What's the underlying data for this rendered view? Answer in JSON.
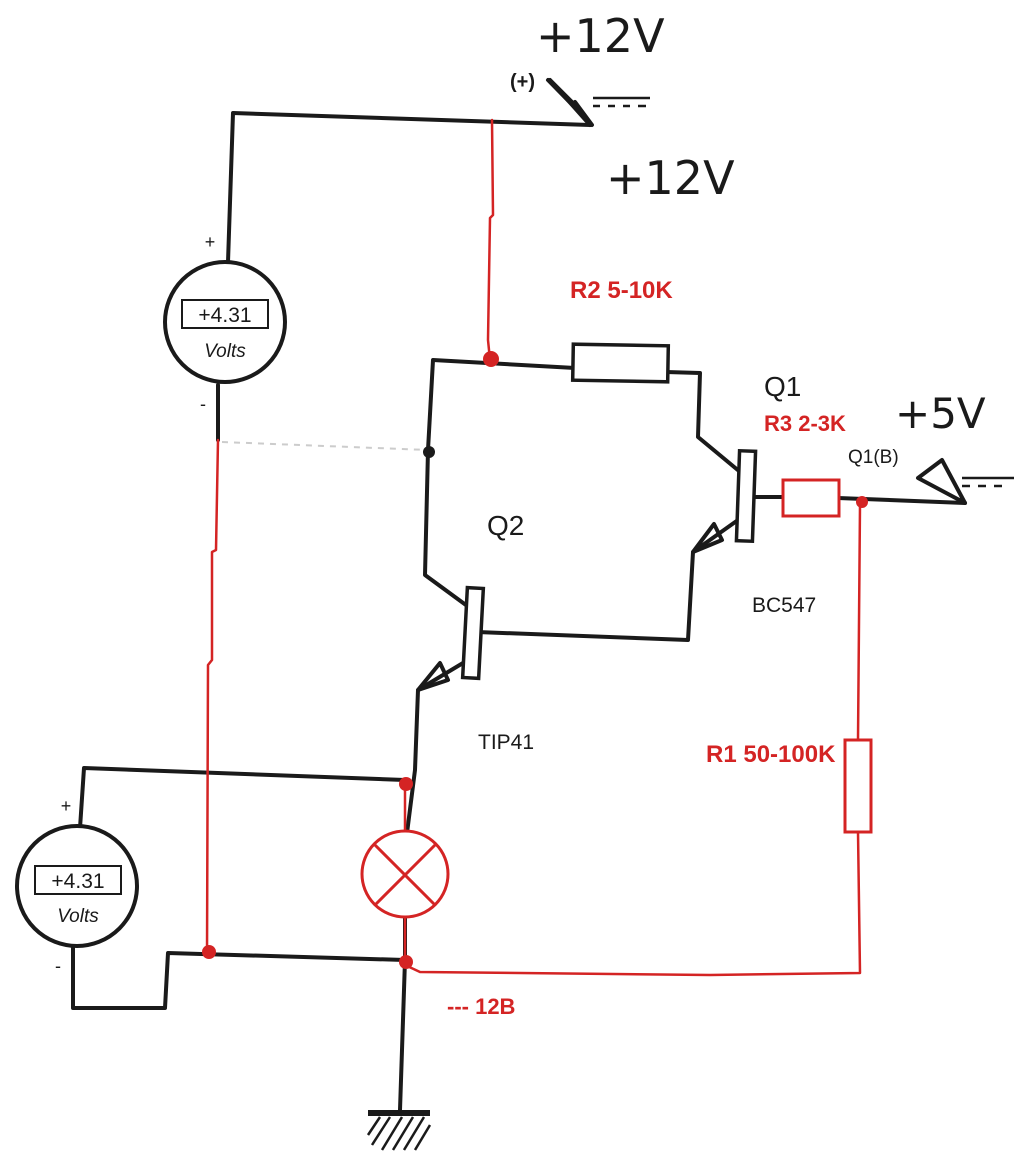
{
  "handwritten": {
    "supply_top": "+12V",
    "supply_mid": "+12V",
    "supply_input": "+5V"
  },
  "labels": {
    "plus_terminal": "(+)",
    "q1": "Q1",
    "q2": "Q2",
    "q1_base": "Q1(B)",
    "bc547": "BC547",
    "tip41": "TIP41"
  },
  "red_labels": {
    "r2": "R2 5-10K",
    "r3": "R3 2-3K",
    "r1": "R1 50-100K",
    "ground_note": "--- 12B"
  },
  "meters": [
    {
      "value": "+4.31",
      "unit": "Volts",
      "plus": "+",
      "minus": "-"
    },
    {
      "value": "+4.31",
      "unit": "Volts",
      "plus": "+",
      "minus": "-"
    }
  ],
  "colors": {
    "ink": "#1a1a1a",
    "annotation_red": "#d42424"
  }
}
